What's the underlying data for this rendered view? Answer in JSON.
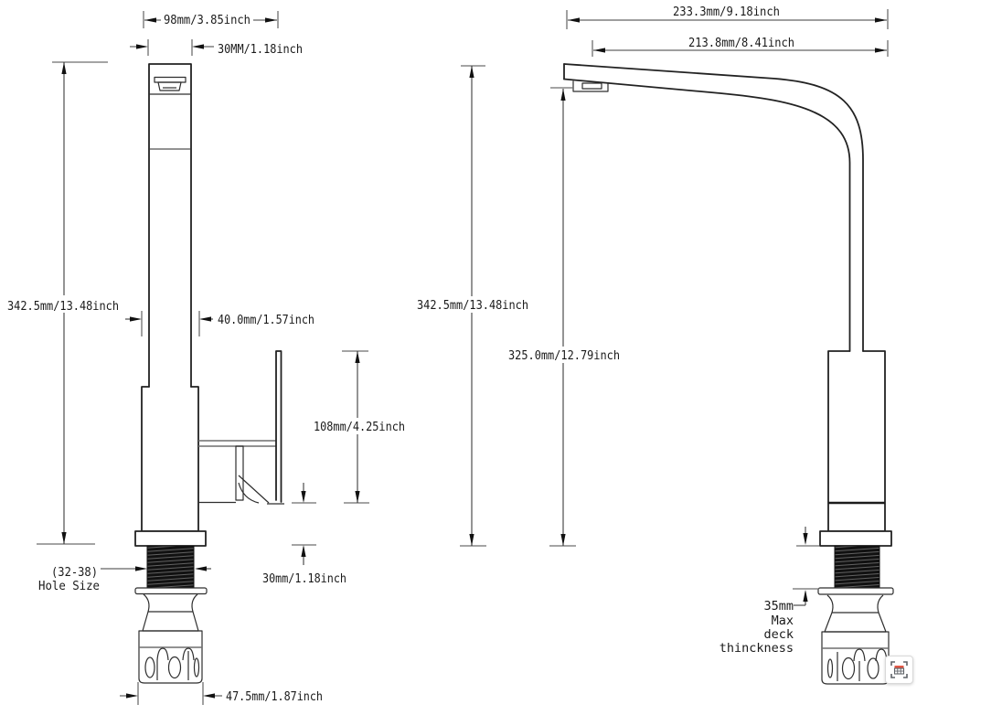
{
  "document": {
    "background_color": "#ffffff",
    "kind": "faucet dimension drawing, two orthographic views"
  },
  "front_view": {
    "dims": {
      "head_depth": "98mm/3.85inch",
      "head_width": "30MM/1.18inch",
      "total_height": "342.5mm/13.48inch",
      "body_width": "40.0mm/1.57inch",
      "handle_height": "108mm/4.25inch",
      "handle_clearance": "30mm/1.18inch",
      "base_width": "47.5mm/1.87inch"
    },
    "hole_size_note": {
      "line1": "(32-38)",
      "line2": "Hole Size"
    }
  },
  "side_view": {
    "dims": {
      "overall_reach": "233.3mm/9.18inch",
      "spout_reach": "213.8mm/8.41inch",
      "total_height": "342.5mm/13.48inch",
      "spout_height": "325.0mm/12.79inch"
    },
    "deck_note": {
      "line1": "35mm",
      "line2": "Max",
      "line3": "deck",
      "line4": "thinckness"
    }
  },
  "overlay": {
    "table_capture_icon": {
      "name": "table-scan",
      "accent_color": "#e25746",
      "frame_color": "#5f6368"
    }
  },
  "colors": {
    "line": "#222222",
    "dim_line": "#3c3c3c",
    "tick": "#6e6e6e",
    "text": "#1a1a1a",
    "thread_dark": "#111111"
  }
}
